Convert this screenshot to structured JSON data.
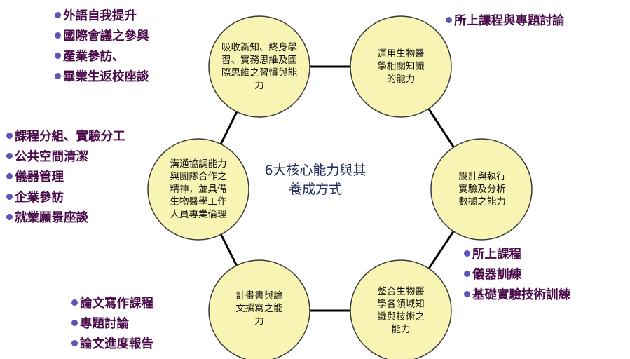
{
  "center_title": [
    "6大核心能力與其",
    "養成方式"
  ],
  "colors": {
    "circle_fill": "#f8f4b4",
    "circle_stroke": "#3a3a3a",
    "connector": "#000000",
    "list_text": "#4a0a4a",
    "bullet": "#5c56b8",
    "title_text": "#1f2a5a"
  },
  "nodes": [
    {
      "id": "top-left",
      "text": "吸收新知、終身學\n習、實務思維及國\n際思維之習慣與能\n力"
    },
    {
      "id": "top-right",
      "text": "運用生物醫\n學相關知識\n的能力"
    },
    {
      "id": "right",
      "text": "設計與執行\n實驗及分析\n數據之能力"
    },
    {
      "id": "bottom-right",
      "text": "整合生物醫\n學各領域知\n識與技術之\n能力"
    },
    {
      "id": "bottom-left",
      "text": "計畫書與論\n文撰寫之能\n力"
    },
    {
      "id": "left",
      "text": "溝通協調能力\n與團隊合作之\n精神，並具備\n生物醫學工作\n人員專業倫理"
    }
  ],
  "lists": [
    {
      "id": "top-left",
      "items": [
        "外語自我提升",
        "國際會議之參與",
        "產業參訪、",
        "畢業生返校座談"
      ]
    },
    {
      "id": "top-right",
      "items": [
        "所上課程與專題討論"
      ]
    },
    {
      "id": "left",
      "items": [
        "課程分組、實驗分工",
        "公共空間清潔",
        "儀器管理",
        "企業參訪",
        "就業願景座談"
      ]
    },
    {
      "id": "right",
      "items": [
        "所上課程",
        "儀器訓練",
        "基礎實驗技術訓練"
      ]
    },
    {
      "id": "bottom-left",
      "items": [
        "論文寫作課程",
        "專題討論",
        "論文進度報告"
      ]
    }
  ]
}
